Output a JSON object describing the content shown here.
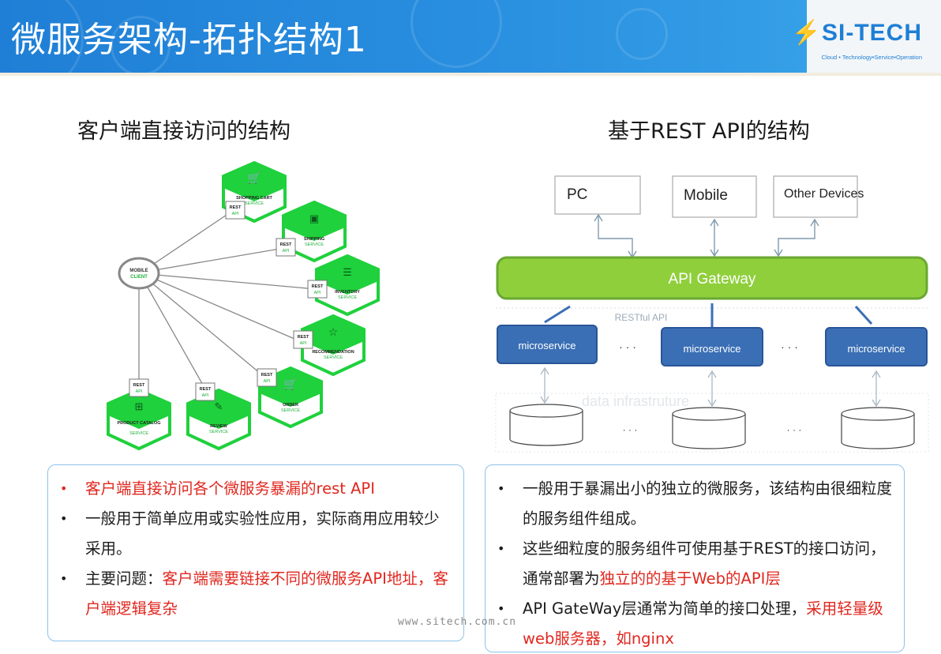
{
  "header": {
    "title": "微服务架构-拓扑结构1",
    "logo": "SI-TECH",
    "logo_tagline": "Cloud • Technology•Service•Operation"
  },
  "left": {
    "title": "客户端直接访问的结构",
    "client": [
      "MOBILE",
      "CLIENT"
    ],
    "rest_api": [
      "REST",
      "API"
    ],
    "services": [
      {
        "name": "SHOPPING CART",
        "kind": "SERVICE"
      },
      {
        "name": "SHIPPING",
        "kind": "SERVICE"
      },
      {
        "name": "INVENTORY",
        "kind": "SERVICE"
      },
      {
        "name": "RECOMMENDATION",
        "kind": "SERVICE"
      },
      {
        "name": "ORDER",
        "kind": "SERVICE"
      },
      {
        "name": "REVIEW",
        "kind": "SERVICE"
      },
      {
        "name": "PRODUCT CATALOG",
        "kind": "SERVICE"
      }
    ],
    "bullets": [
      {
        "text": "客户端直接访问各个微服务暴漏的rest API"
      },
      {
        "text": "一般用于简单应用或实验性应用，实际商用应用较少采用。"
      },
      {
        "text": "主要问题：",
        "highlight": "客户端需要链接不同的微服务API地址，客户端逻辑复杂"
      }
    ]
  },
  "right": {
    "title": "基于REST API的结构",
    "clients": [
      "PC",
      "Mobile",
      "Other Devices"
    ],
    "gateway": "API  Gateway",
    "restful": "RESTful API",
    "microservice": "microservice",
    "ellipsis": "· · ·",
    "data_infra": "data infrastruture",
    "bullets": [
      {
        "text": "一般用于暴漏出小的独立的微服务，该结构由很细粒度的服务组件组成。"
      },
      {
        "text": "这些细粒度的服务组件可使用基于REST的接口访问，通常部署为",
        "highlight": "独立的的基于Web的API层"
      },
      {
        "text": "API GateWay层通常为简单的接口处理，",
        "highlight": "采用轻量级web服务器，如nginx"
      }
    ]
  },
  "watermark": "www.sitech.com.cn",
  "colors": {
    "header_blue": "#1f7fd6",
    "service_green": "#1fd13c",
    "gateway_green": "#8fcf3c",
    "micro_blue": "#3a6fb5",
    "highlight_red": "#e0271f"
  }
}
